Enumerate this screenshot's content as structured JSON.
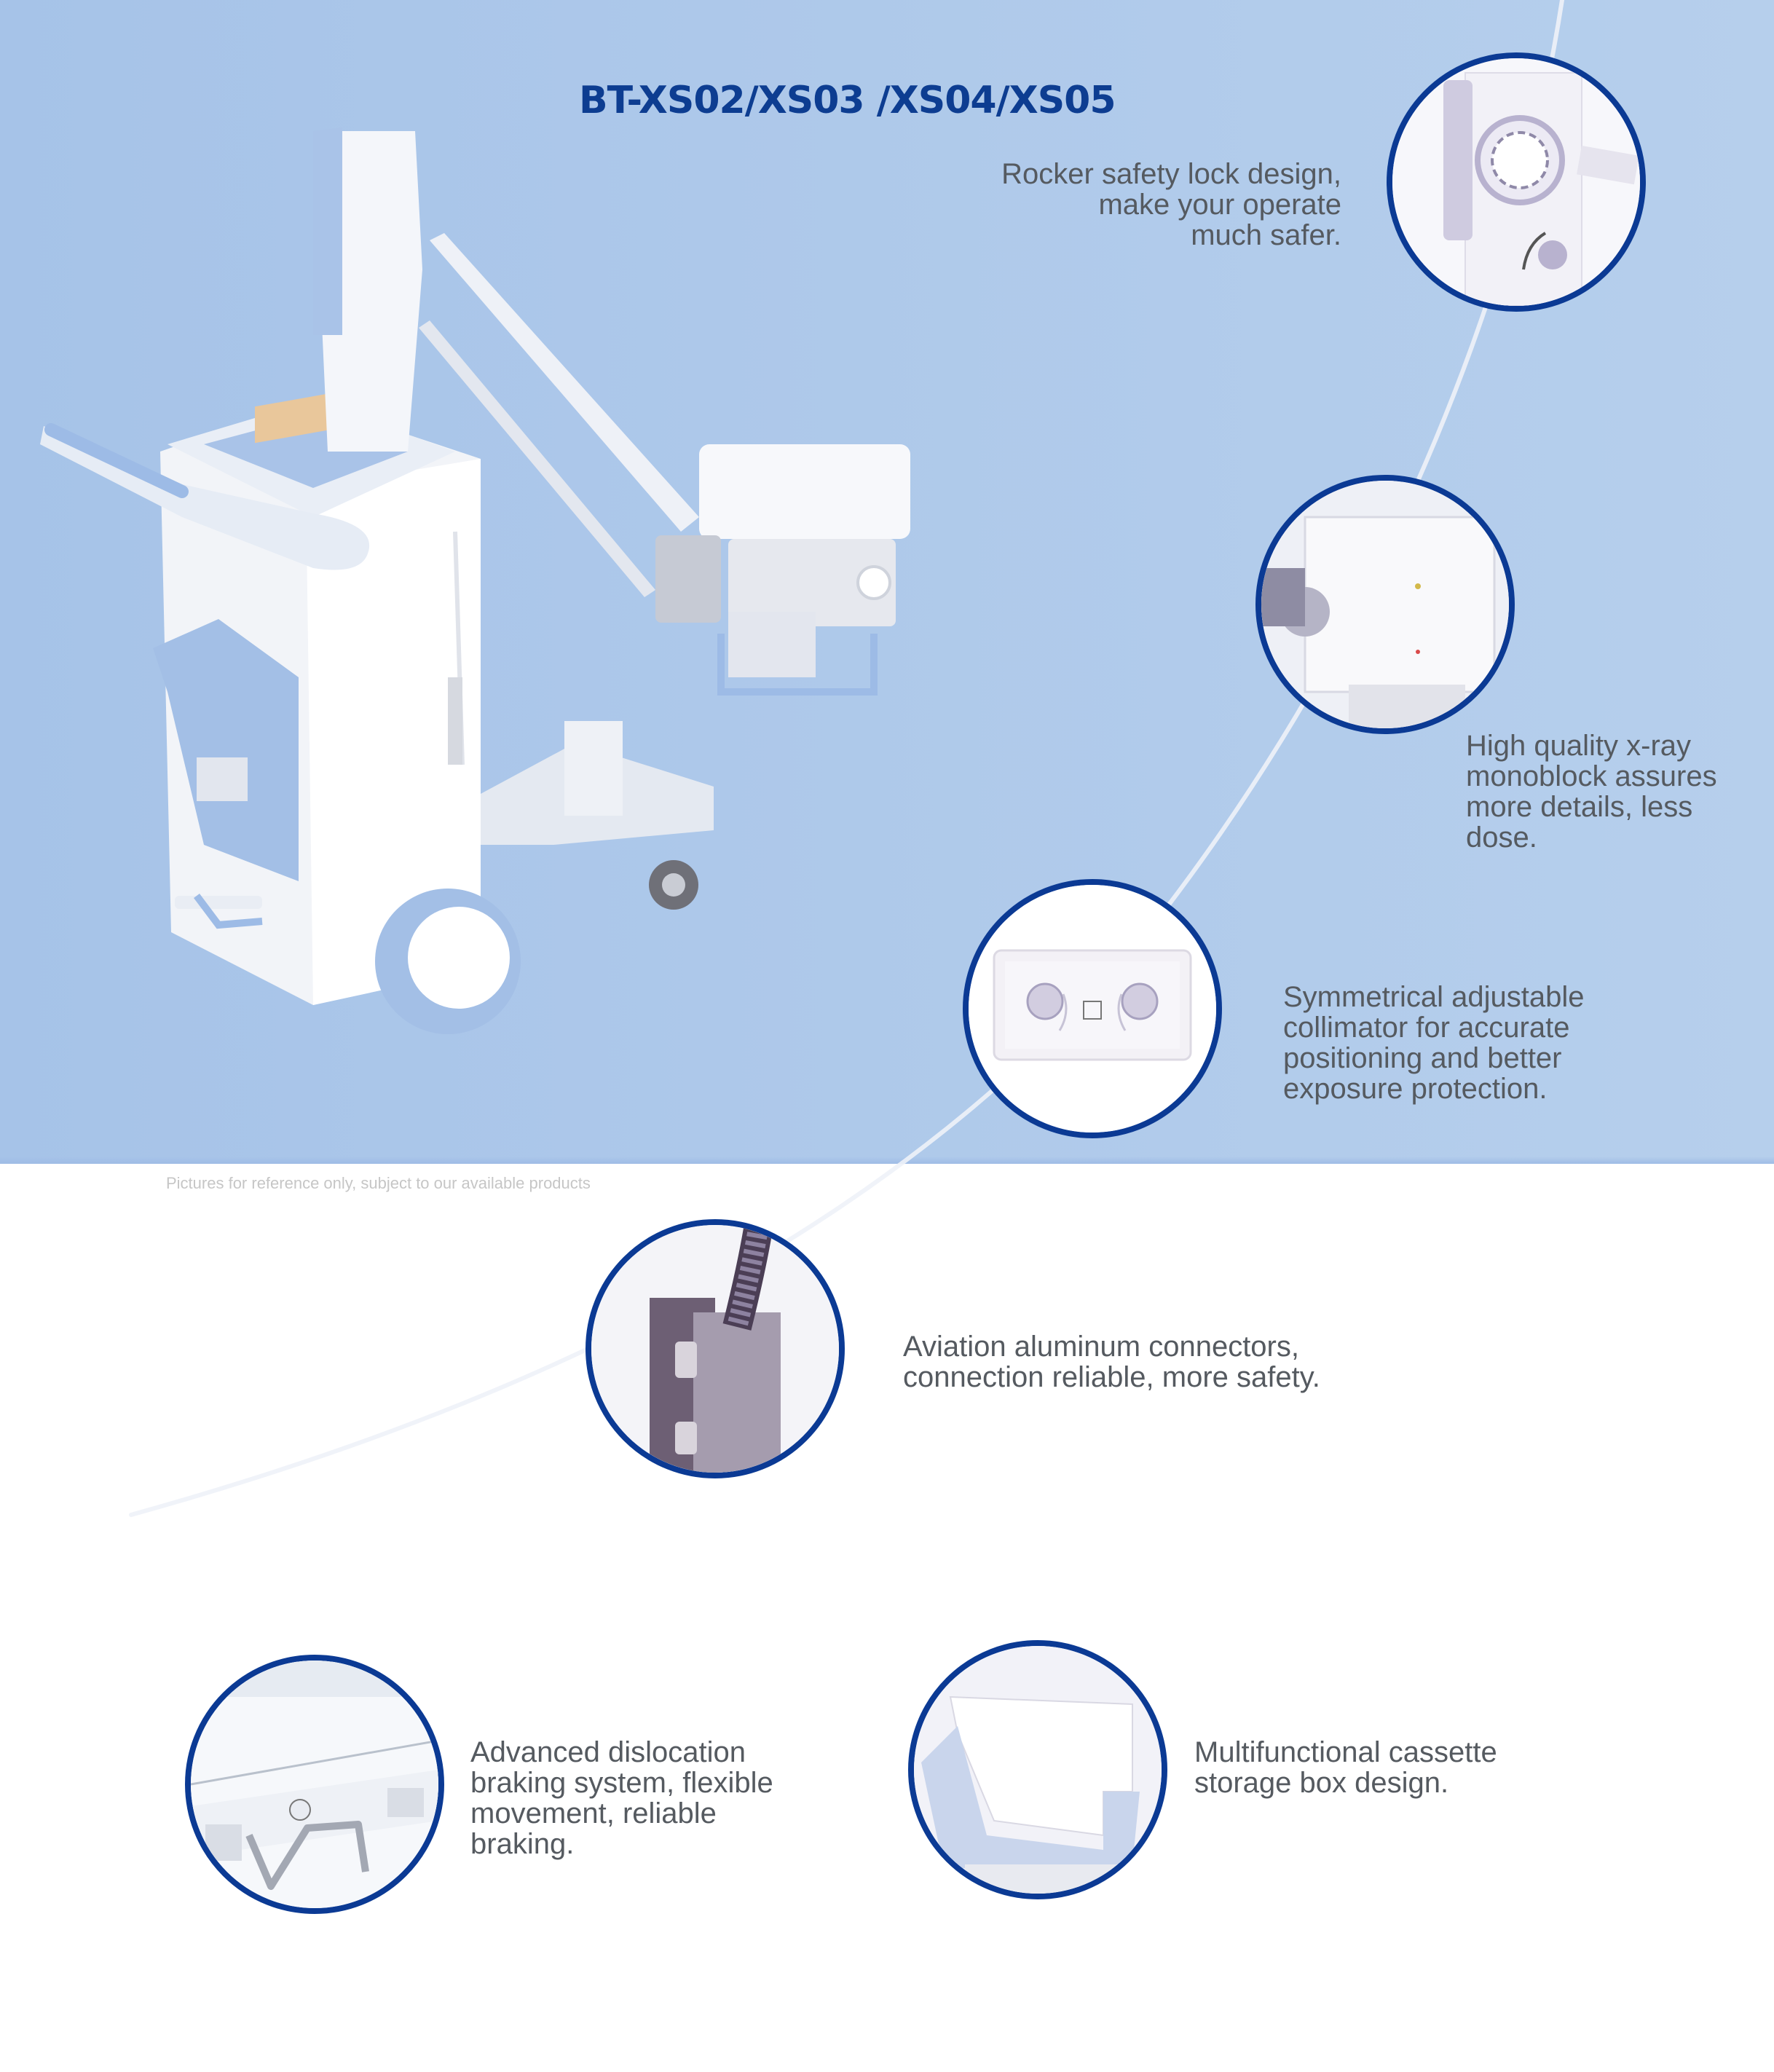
{
  "page": {
    "title": "BT-XS02/XS03 /XS04/XS05",
    "disclaimer": "Pictures for reference only, subject to our available products",
    "colors": {
      "hero_background": "#adc8ea",
      "title": "#0d3d91",
      "circle_border": "#0b3a94",
      "feature_text": "#555a60",
      "disclaimer_text": "#c6c6c6",
      "machine_accent": "#9dbbe6"
    }
  },
  "hero_image": {
    "subject": "mobile-x-ray-machine-render"
  },
  "features": [
    {
      "id": "rocker-lock",
      "image": "rocker-safety-lock-closeup",
      "text": "Rocker safety lock design,\nmake your operate\nmuch safer.",
      "align": "right"
    },
    {
      "id": "monoblock",
      "image": "x-ray-monoblock-closeup",
      "text": "High quality x-ray\nmonoblock assures\nmore details, less\ndose.",
      "align": "left"
    },
    {
      "id": "collimator",
      "image": "collimator-panel-closeup",
      "text": "Symmetrical adjustable\ncollimator for accurate\npositioning and better\nexposure protection.",
      "align": "left"
    },
    {
      "id": "connectors",
      "image": "aviation-connector-closeup",
      "text": "Aviation aluminum connectors,\nconnection reliable, more safety.",
      "align": "left"
    },
    {
      "id": "braking",
      "image": "brake-pedal-closeup",
      "text": "Advanced dislocation\nbraking system, flexible\nmovement, reliable\nbraking.",
      "align": "left"
    },
    {
      "id": "cassette-box",
      "image": "cassette-storage-box-closeup",
      "text": "Multifunctional cassette\nstorage box design.",
      "align": "left"
    }
  ]
}
